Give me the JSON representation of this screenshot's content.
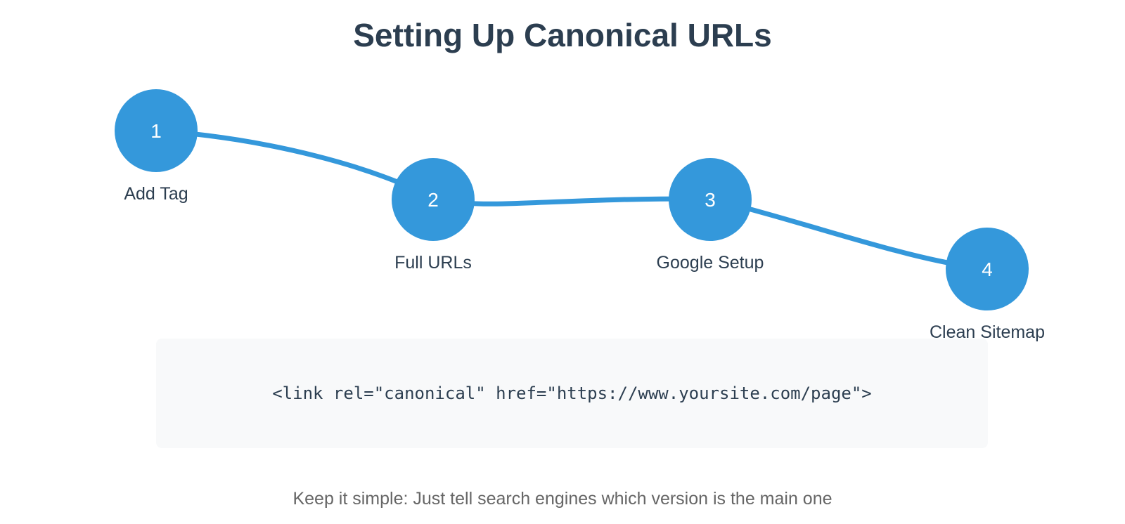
{
  "title": "Setting Up Canonical URLs",
  "colors": {
    "accent": "#3498db",
    "heading": "#2c3e50",
    "muted": "#666666",
    "code_background": "#f8f9fa"
  },
  "steps": [
    {
      "number": "1",
      "label": "Add Tag"
    },
    {
      "number": "2",
      "label": "Full URLs"
    },
    {
      "number": "3",
      "label": "Google Setup"
    },
    {
      "number": "4",
      "label": "Clean Sitemap"
    }
  ],
  "code_example": "<link rel=\"canonical\" href=\"https://www.yoursite.com/page\">",
  "footer_note": "Keep it simple: Just tell search engines which version is the main one"
}
